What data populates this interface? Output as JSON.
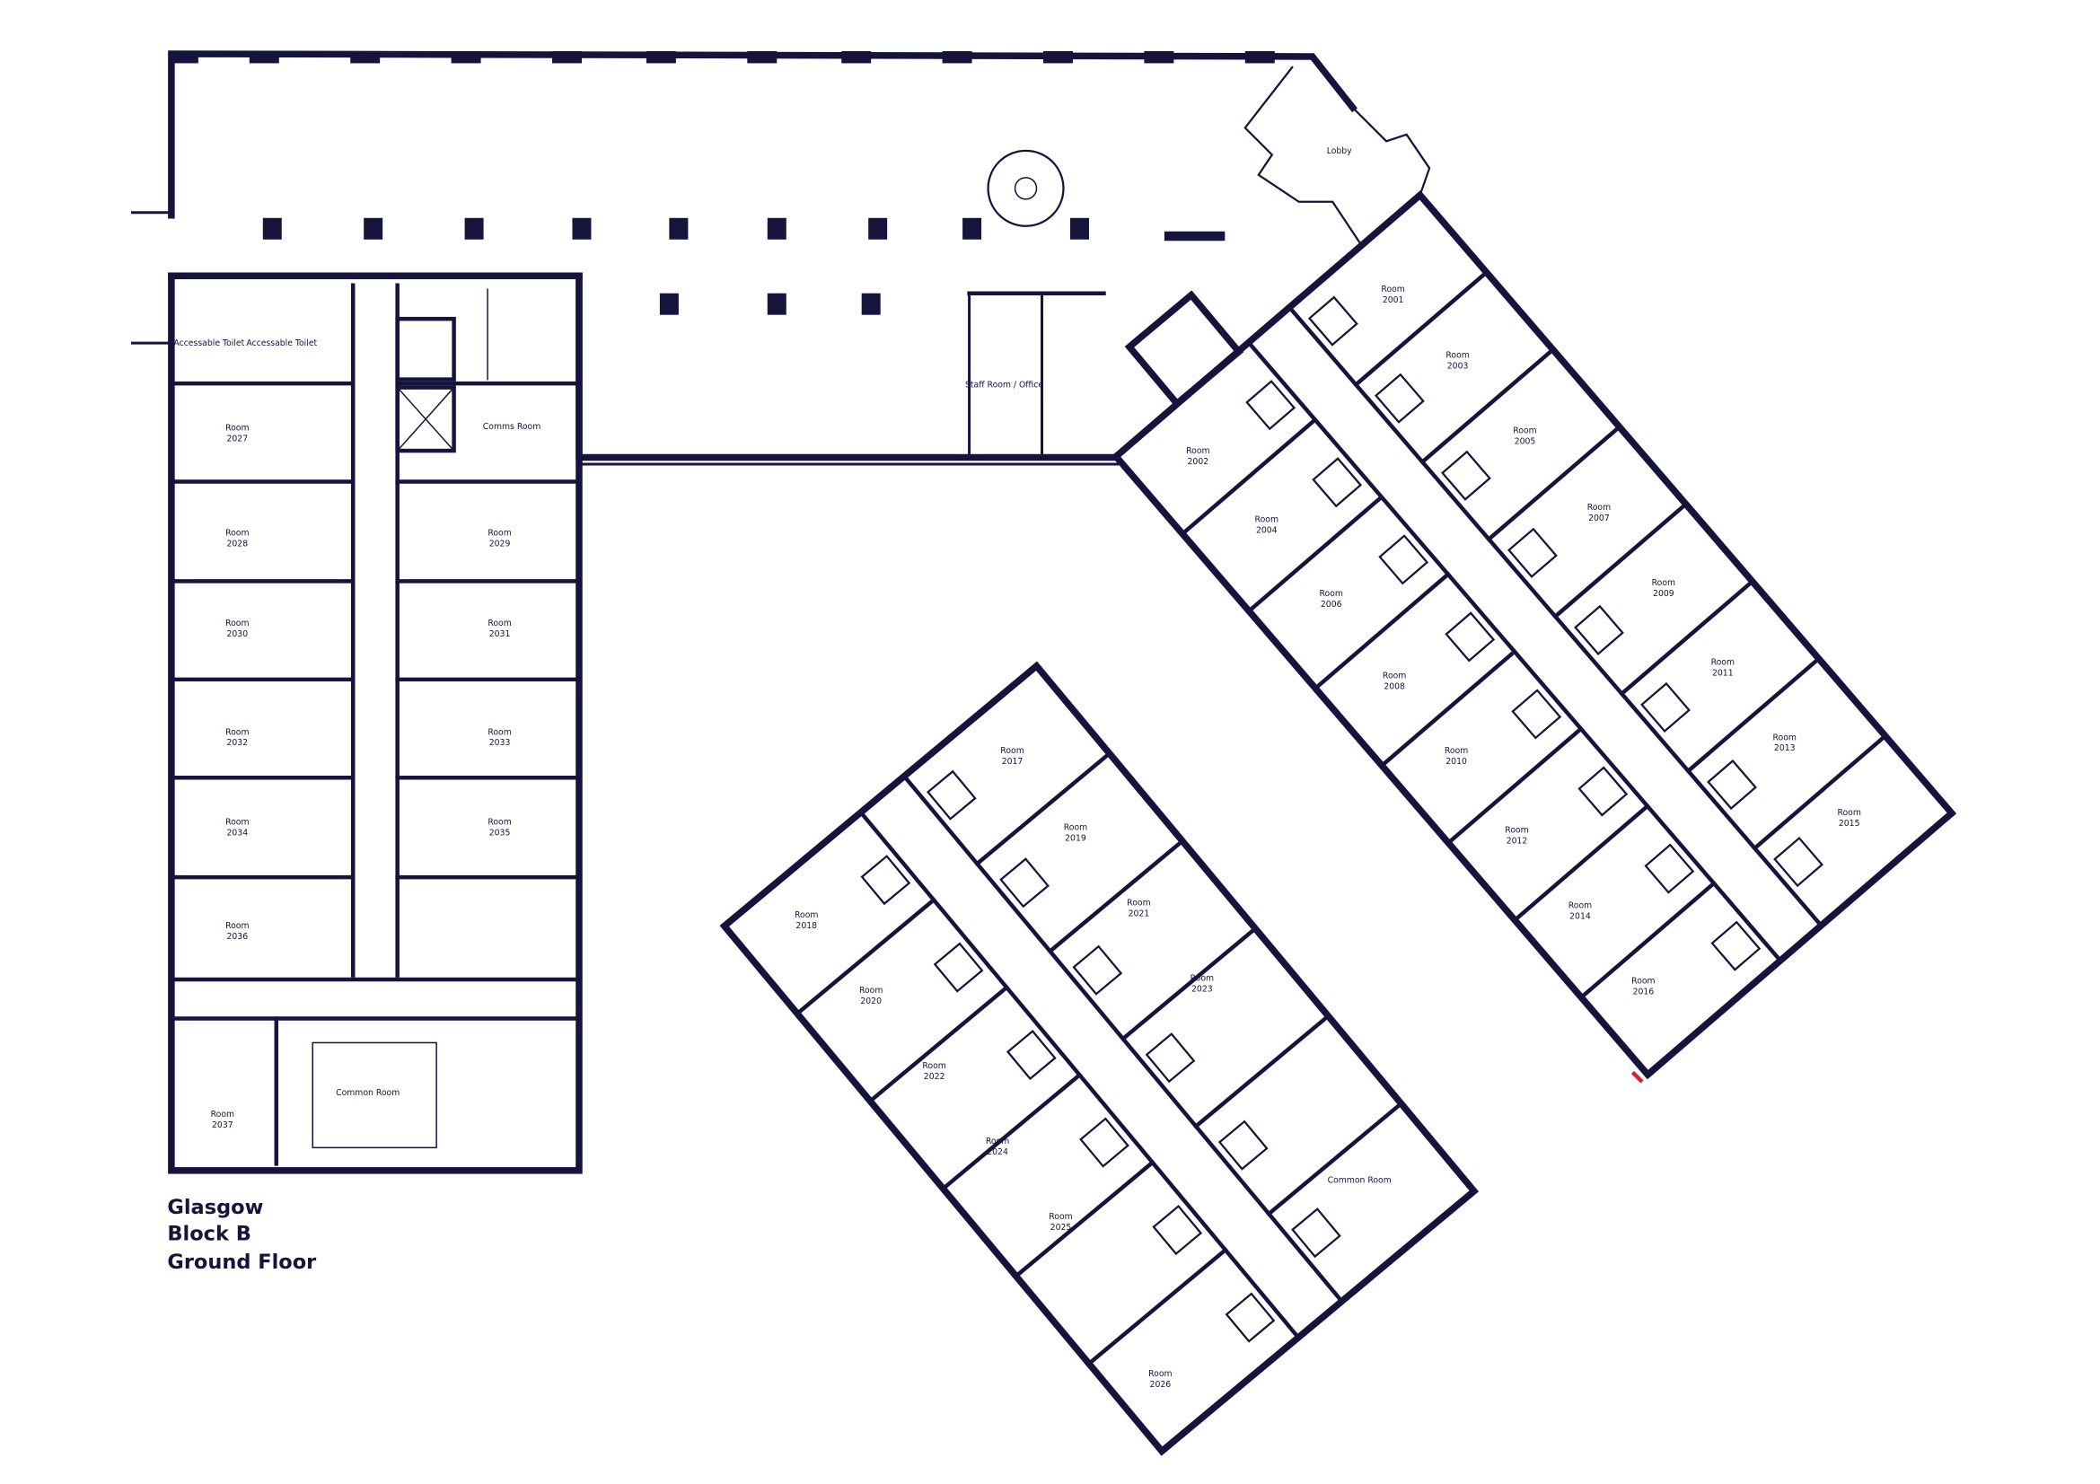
{
  "title": {
    "line1": "Glasgow",
    "line2": "Block B",
    "line3": "Ground Floor"
  },
  "colors": {
    "wall": "#14143c",
    "background": "#ffffff"
  },
  "room_prefix": "Room",
  "spaces": {
    "toilet_1": "Accessable Toilet",
    "toilet_2": "Accessable Toilet",
    "comms_room": "Comms Room",
    "common_room_west": "Common Room",
    "common_room_south": "Common Room",
    "staff_room": "Staff Room / Office",
    "lobby": "Lobby"
  },
  "rooms": [
    "2001",
    "2002",
    "2003",
    "2004",
    "2005",
    "2006",
    "2007",
    "2008",
    "2009",
    "2010",
    "2011",
    "2012",
    "2013",
    "2014",
    "2015",
    "2016",
    "2017",
    "2018",
    "2019",
    "2020",
    "2021",
    "2022",
    "2023",
    "2024",
    "2025",
    "2026",
    "2027",
    "2028",
    "2029",
    "2030",
    "2031",
    "2032",
    "2033",
    "2034",
    "2035",
    "2036",
    "2037"
  ]
}
